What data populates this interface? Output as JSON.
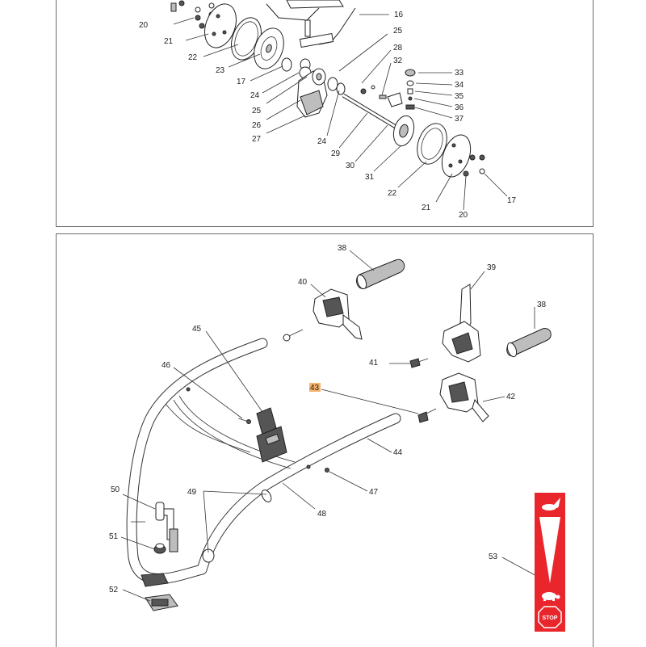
{
  "callouts_top": [
    "16",
    "20",
    "21",
    "22",
    "23",
    "17",
    "25",
    "28",
    "32",
    "33",
    "34",
    "35",
    "36",
    "37",
    "24",
    "25",
    "26",
    "27",
    "24",
    "29",
    "30",
    "31",
    "22",
    "21",
    "20",
    "17"
  ],
  "callouts_bottom": [
    "38",
    "39",
    "40",
    "38",
    "45",
    "46",
    "41",
    "43",
    "42",
    "44",
    "50",
    "49",
    "47",
    "48",
    "51",
    "52",
    "53"
  ],
  "sign": {
    "stop_text": "STOP",
    "colors": {
      "red": "#e8262b",
      "white": "#ffffff"
    }
  },
  "icons": [
    "rabbit-icon",
    "turtle-icon",
    "throttle-arrow-icon"
  ]
}
